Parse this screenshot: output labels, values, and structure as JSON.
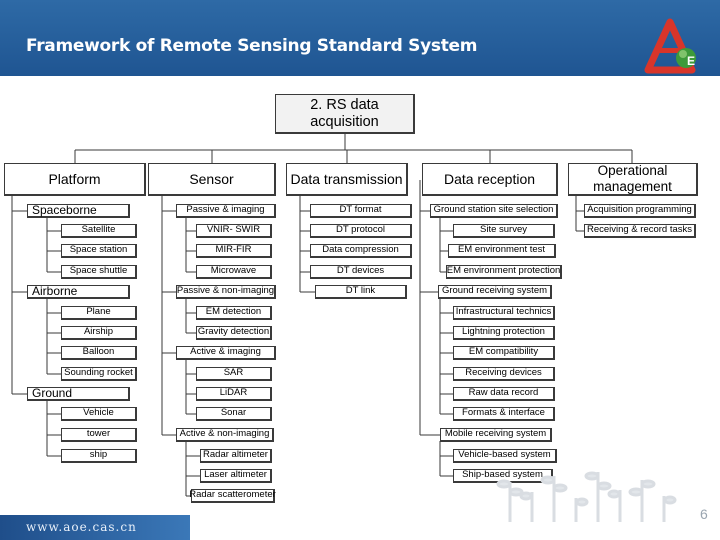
{
  "header": {
    "title": "Framework of Remote Sensing Standard System"
  },
  "root": {
    "line1": "2. RS data",
    "line2": "acquisition"
  },
  "columns": [
    {
      "title": "Platform",
      "items": [
        {
          "label": "Spaceborne",
          "type": "category"
        },
        {
          "label": "Satellite"
        },
        {
          "label": "Space station"
        },
        {
          "label": "Space shuttle"
        },
        {
          "label": "Airborne",
          "type": "category"
        },
        {
          "label": "Plane"
        },
        {
          "label": "Airship"
        },
        {
          "label": "Balloon"
        },
        {
          "label": "Sounding rocket"
        },
        {
          "label": "Ground",
          "type": "category"
        },
        {
          "label": "Vehicle"
        },
        {
          "label": "tower"
        },
        {
          "label": "ship"
        }
      ]
    },
    {
      "title": "Sensor",
      "items": [
        {
          "label": "Passive & imaging"
        },
        {
          "label": "VNIR- SWIR"
        },
        {
          "label": "MIR-FIR"
        },
        {
          "label": "Microwave"
        },
        {
          "label": "Passive & non-imaging"
        },
        {
          "label": "EM detection"
        },
        {
          "label": "Gravity detection"
        },
        {
          "label": "Active & imaging"
        },
        {
          "label": "SAR"
        },
        {
          "label": "LiDAR"
        },
        {
          "label": "Sonar"
        },
        {
          "label": "Active & non-imaging"
        },
        {
          "label": "Radar altimeter"
        },
        {
          "label": "Laser altimeter"
        },
        {
          "label": "Radar scatterometer"
        }
      ]
    },
    {
      "title": "Data transmission",
      "items": [
        {
          "label": "DT format"
        },
        {
          "label": "DT protocol"
        },
        {
          "label": "Data compression"
        },
        {
          "label": "DT devices"
        },
        {
          "label": "DT link"
        }
      ]
    },
    {
      "title": "Data reception",
      "items": [
        {
          "label": "Ground station site selection"
        },
        {
          "label": "Site survey"
        },
        {
          "label": "EM environment test"
        },
        {
          "label": "EM environment protection"
        },
        {
          "label": "Ground receiving system"
        },
        {
          "label": "Infrastructural technics"
        },
        {
          "label": "Lightning protection"
        },
        {
          "label": "EM compatibility"
        },
        {
          "label": "Receiving devices"
        },
        {
          "label": "Raw data record"
        },
        {
          "label": "Formats & interface"
        },
        {
          "label": "Mobile receiving system"
        },
        {
          "label": "Vehicle-based system"
        },
        {
          "label": "Ship-based system"
        }
      ]
    },
    {
      "title": "Operational management",
      "items": [
        {
          "label": "Acquisition programming"
        },
        {
          "label": "Receiving & record tasks"
        }
      ]
    }
  ],
  "footer": {
    "url": "www.aoe.cas.cn",
    "page": "6"
  },
  "colors": {
    "header": "#2e6aa6",
    "border": "#3a3a3a",
    "logo_red": "#d8352a",
    "logo_green": "#3d9a3a"
  }
}
